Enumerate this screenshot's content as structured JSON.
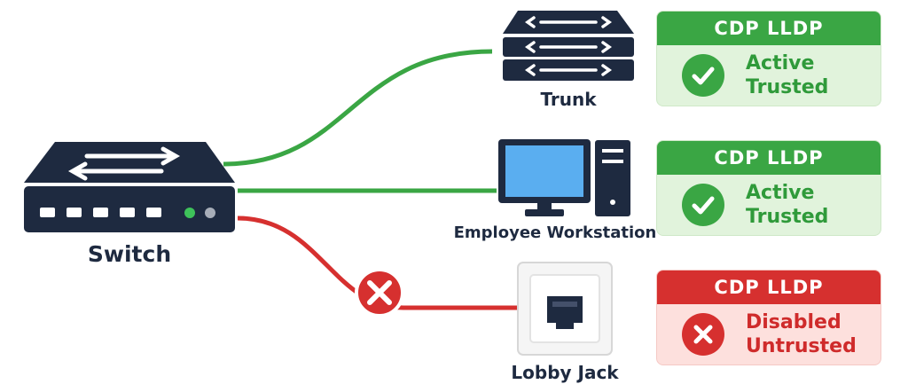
{
  "switch": {
    "label": "Switch"
  },
  "devices": [
    {
      "label": "Trunk",
      "icon": "trunk-stack-icon"
    },
    {
      "label": "Employee Workstation",
      "icon": "desktop-computer-icon"
    },
    {
      "label": "Lobby Jack",
      "icon": "ethernet-jack-icon"
    }
  ],
  "cards": [
    {
      "header": "CDP  LLDP",
      "line1": "Active",
      "line2": "Trusted",
      "status": "ok"
    },
    {
      "header": "CDP  LLDP",
      "line1": "Active",
      "line2": "Trusted",
      "status": "ok"
    },
    {
      "header": "CDP  LLDP",
      "line1": "Disabled",
      "line2": "Untrusted",
      "status": "blocked"
    }
  ],
  "links": [
    {
      "to": "Trunk",
      "state": "allowed",
      "color": "#3aa644"
    },
    {
      "to": "Employee Workstation",
      "state": "allowed",
      "color": "#3aa644"
    },
    {
      "to": "Lobby Jack",
      "state": "blocked",
      "color": "#d6302f"
    }
  ],
  "colors": {
    "device": "#1e2a40",
    "screen": "#5aaef0",
    "ok": "#3aa644",
    "blocked": "#d6302f"
  }
}
